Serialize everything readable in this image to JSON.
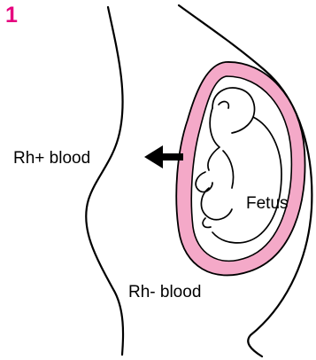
{
  "figure": {
    "step_number": "1",
    "labels": {
      "rh_positive": "Rh+ blood",
      "fetus": "Fetus",
      "rh_negative": "Rh- blood"
    }
  },
  "colors": {
    "step_number": "#e6007e",
    "uterus_wall": "#f4a9c8",
    "outline": "#000000",
    "background": "#ffffff"
  },
  "icons": {
    "arrow": "arrow-left-icon"
  }
}
